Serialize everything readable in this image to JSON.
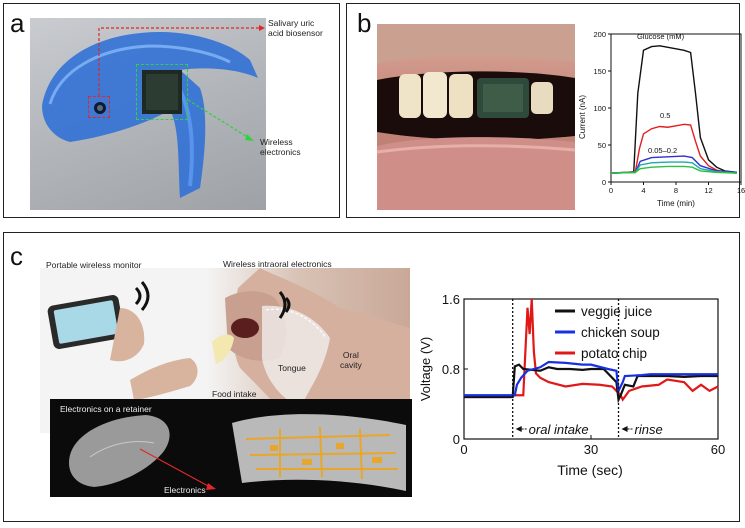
{
  "panels": {
    "a": {
      "label": "a",
      "annotations": {
        "biosensor": "Salivary uric\nacid biosensor",
        "wireless": "Wireless\nelectronics"
      }
    },
    "b": {
      "label": "b"
    },
    "c": {
      "label": "c",
      "annotations": {
        "monitor": "Portable wireless monitor",
        "intraoral": "Wireless intraoral electronics",
        "oral_cavity": "Oral\ncavity",
        "tongue": "Tongue",
        "food_intake": "Food intake",
        "retainer": "Electronics on a retainer",
        "electronics": "Electronics"
      }
    }
  },
  "colors": {
    "blue_guard": "#2f6fd6",
    "green_box": "#2bd43a",
    "red_box": "#e02828",
    "veggie": "#111111",
    "chicken": "#1a2fe0",
    "potato": "#e01818"
  },
  "chart_data": [
    {
      "type": "line",
      "title": "",
      "xlabel": "Time (min)",
      "ylabel": "Current (nA)",
      "xlim": [
        0,
        16
      ],
      "ylim": [
        0,
        200
      ],
      "xticks": [
        "0",
        "4",
        "8",
        "12",
        "16"
      ],
      "yticks": [
        "0",
        "50",
        "100",
        "150",
        "200"
      ],
      "annotations": [
        "Glucose (mM)",
        "0.5",
        "0.05–0.2"
      ],
      "series": [
        {
          "color": "#111111",
          "x": [
            0,
            2,
            2.8,
            3.3,
            4,
            5,
            6,
            7,
            8,
            9,
            9.8,
            10.4,
            11,
            12,
            13,
            14,
            15.5
          ],
          "y": [
            12,
            13,
            14,
            120,
            178,
            183,
            184,
            182,
            180,
            178,
            175,
            120,
            60,
            30,
            20,
            15,
            13
          ]
        },
        {
          "color": "#e02020",
          "x": [
            0,
            2,
            3,
            3.5,
            4,
            5,
            6,
            7,
            8,
            9,
            9.8,
            10.4,
            11,
            12,
            13,
            14,
            15.5
          ],
          "y": [
            12,
            13,
            14,
            45,
            65,
            72,
            75,
            74,
            76,
            78,
            77,
            55,
            35,
            22,
            16,
            14,
            13
          ]
        },
        {
          "color": "#3030d0",
          "x": [
            0,
            3,
            3.6,
            5,
            7,
            9,
            10,
            11,
            13,
            15.5
          ],
          "y": [
            12,
            13,
            28,
            33,
            34,
            35,
            33,
            22,
            15,
            13
          ]
        },
        {
          "color": "#20a8b0",
          "x": [
            0,
            3,
            3.6,
            5,
            7,
            9,
            10,
            11,
            13,
            15.5
          ],
          "y": [
            12,
            13,
            23,
            26,
            27,
            27,
            26,
            18,
            14,
            12
          ]
        },
        {
          "color": "#30c040",
          "x": [
            0,
            3,
            3.6,
            5,
            7,
            9,
            10,
            11,
            13,
            15.5
          ],
          "y": [
            12,
            13,
            18,
            20,
            21,
            21,
            20,
            15,
            13,
            12
          ]
        }
      ]
    },
    {
      "type": "line",
      "title": "",
      "xlabel": "Time (sec)",
      "ylabel": "Voltage (V)",
      "xlim": [
        0,
        60
      ],
      "ylim": [
        0,
        1.6
      ],
      "xticks": [
        "0",
        "30",
        "60"
      ],
      "yticks": [
        "0",
        "0.8",
        "1.6"
      ],
      "legend": "top-right",
      "events": [
        {
          "x": 11.5,
          "label": "oral intake"
        },
        {
          "x": 36.5,
          "label": "rinse"
        }
      ],
      "series": [
        {
          "name": "veggie juice",
          "color": "#111111",
          "x": [
            0,
            11.5,
            12,
            13,
            14,
            18,
            20,
            22,
            25,
            28,
            30,
            33,
            35,
            36,
            36.5,
            37,
            38,
            40,
            41,
            42,
            45,
            48,
            52,
            56,
            60
          ],
          "y": [
            0.48,
            0.48,
            0.83,
            0.85,
            0.8,
            0.78,
            0.82,
            0.8,
            0.8,
            0.79,
            0.8,
            0.8,
            0.7,
            0.65,
            0.45,
            0.5,
            0.62,
            0.6,
            0.72,
            0.72,
            0.72,
            0.72,
            0.71,
            0.72,
            0.72
          ]
        },
        {
          "name": "chicken soup",
          "color": "#1a2fe0",
          "x": [
            0,
            12,
            12.5,
            13.5,
            15,
            18,
            20,
            24,
            28,
            30,
            34,
            36,
            36.5,
            37.5,
            38,
            42,
            44,
            48,
            52,
            56,
            60
          ],
          "y": [
            0.5,
            0.5,
            0.62,
            0.7,
            0.78,
            0.82,
            0.88,
            0.87,
            0.85,
            0.85,
            0.8,
            0.78,
            0.55,
            0.65,
            0.72,
            0.73,
            0.74,
            0.74,
            0.74,
            0.74,
            0.74
          ]
        },
        {
          "name": "potato chip",
          "color": "#e01818",
          "x": [
            0,
            11,
            12,
            14,
            15,
            15.5,
            16,
            16.5,
            17,
            18,
            20,
            24,
            28,
            32,
            35,
            36,
            37,
            37.5,
            39,
            42,
            46,
            48,
            52,
            54,
            56,
            58,
            60
          ],
          "y": [
            0.48,
            0.48,
            0.5,
            0.5,
            1.5,
            1.2,
            1.6,
            1.0,
            0.75,
            0.7,
            0.65,
            0.6,
            0.63,
            0.62,
            0.6,
            0.55,
            0.5,
            0.45,
            0.55,
            0.6,
            0.62,
            0.68,
            0.65,
            0.55,
            0.62,
            0.55,
            0.6
          ]
        }
      ]
    }
  ]
}
